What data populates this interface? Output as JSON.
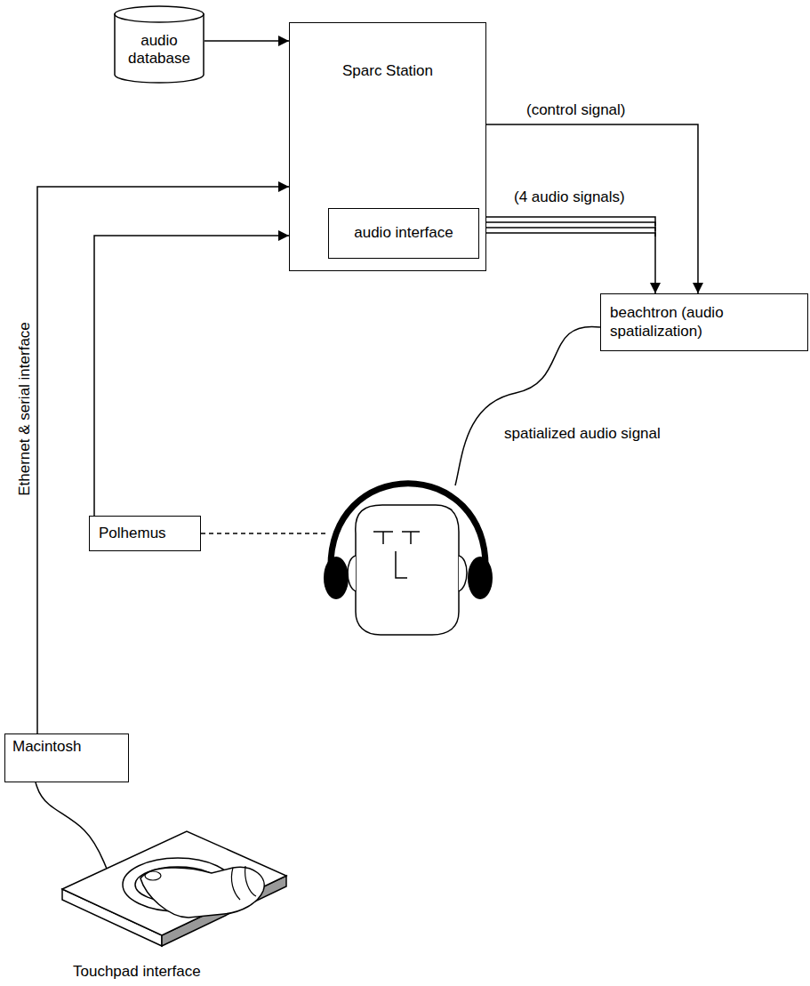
{
  "diagram": {
    "nodes": [
      {
        "text": [
          "audio database"
        ]
      },
      {
        "text": [
          "Sparc Station"
        ]
      },
      {
        "text": [
          "audio interface"
        ],
        "in": 1
      },
      {
        "text": [
          "beachtron (audio spatialization)"
        ]
      },
      {
        "text": [
          "Polhemus"
        ]
      },
      {
        "text": [
          "Macintosh"
        ]
      },
      {
        "text": [
          "Touchpad interface"
        ]
      }
    ],
    "edges": [
      {
        "from": 0,
        "to": 1,
        "arrow": "to"
      },
      {
        "from": 5,
        "to": 1,
        "label": "Ethernet & serial interface",
        "arrow": "to"
      },
      {
        "from": 4,
        "to": 1,
        "arrow": "to"
      },
      {
        "from": 1,
        "to": 3,
        "label": "(control signal)",
        "arrow": "to"
      },
      {
        "from": 2,
        "to": 3,
        "label": "(4 audio signals)",
        "arrow": "to"
      },
      {
        "from": 6,
        "to": 5,
        "arrow": "none"
      }
    ],
    "labels": [
      "spatialized audio signal"
    ]
  }
}
